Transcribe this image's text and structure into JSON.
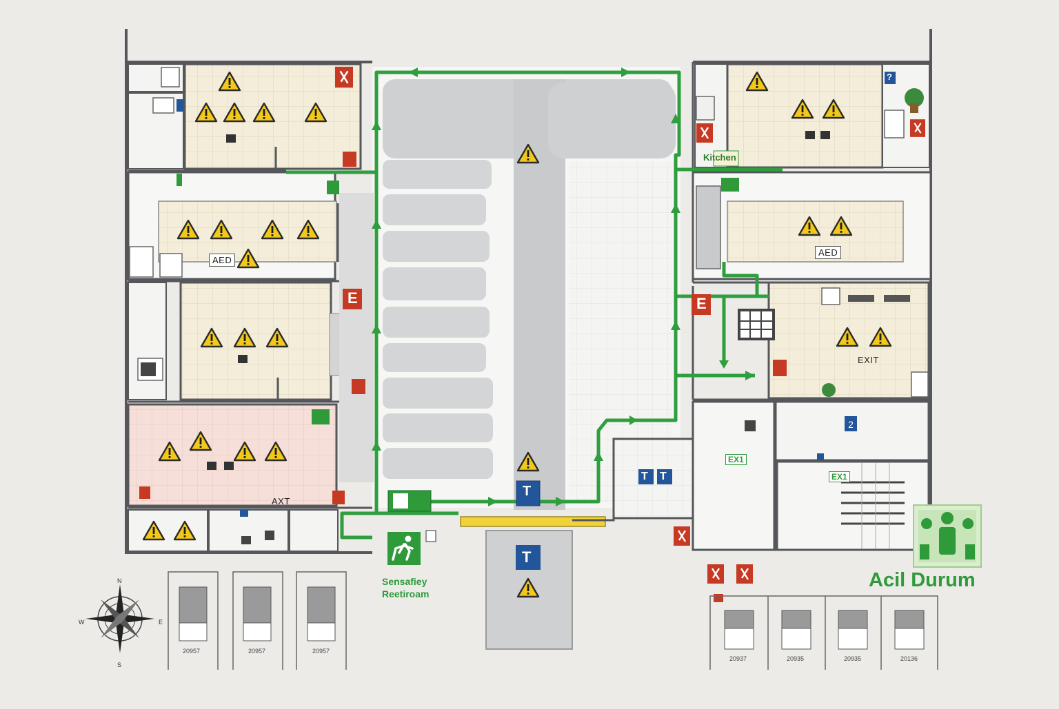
{
  "labels": {
    "aed_left": "AED",
    "aed_right": "AED",
    "exit_right": "EXIT",
    "axt_left": "AXT",
    "exit_room_1": "EX1",
    "exit_room_2": "EX1",
    "kitchen_sign": "Kitchen",
    "letter_e_left": "E",
    "letter_e_right": "E",
    "toilet_t_1": "T",
    "toilet_t_2": "T",
    "toilet_t_3": "T",
    "toilet_t_4": "T",
    "info_1": "?",
    "info_2": "2",
    "muster_label_line1": "Sensafiey",
    "muster_label_line2": "Reetiroam",
    "emergency_title": "Acil Durum"
  },
  "parking_plates_left": [
    "20957",
    "20957",
    "20957"
  ],
  "parking_plates_right": [
    "20937",
    "20935",
    "20935",
    "20136"
  ],
  "compass": {
    "n": "N",
    "s": "S",
    "e": "E",
    "w": "W"
  },
  "colors": {
    "route": "#2f9e3e",
    "wall": "#55575a",
    "room_beige": "#f3edd9",
    "room_pink": "#f5dcd6",
    "road": "#cfd0d2",
    "warning": "#f2c81a",
    "fire_red": "#c63a24",
    "info_blue": "#22559a",
    "exit_green": "#2e9a3a"
  }
}
